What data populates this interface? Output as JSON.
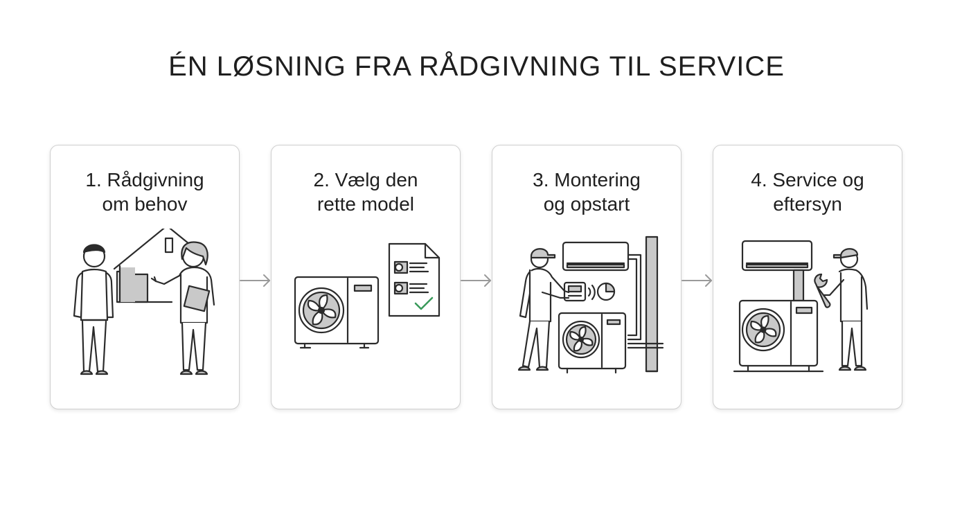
{
  "title": "ÉN LØSNING FRA RÅDGIVNING TIL SERVICE",
  "steps": [
    {
      "line1": "1. Rådgivning",
      "line2": "om behov",
      "icon": "consultation-icon"
    },
    {
      "line1": "2. Vælg den",
      "line2": "rette model",
      "icon": "model-selection-icon"
    },
    {
      "line1": "3. Montering",
      "line2": "og opstart",
      "icon": "installation-icon"
    },
    {
      "line1": "4. Service og",
      "line2": "eftersyn",
      "icon": "service-icon"
    }
  ],
  "colors": {
    "line": "#2b2b2b",
    "fill": "#c9c9c9",
    "border": "#cfcfcf",
    "arrow": "#9a9a9a",
    "check": "#3a9a5b"
  }
}
